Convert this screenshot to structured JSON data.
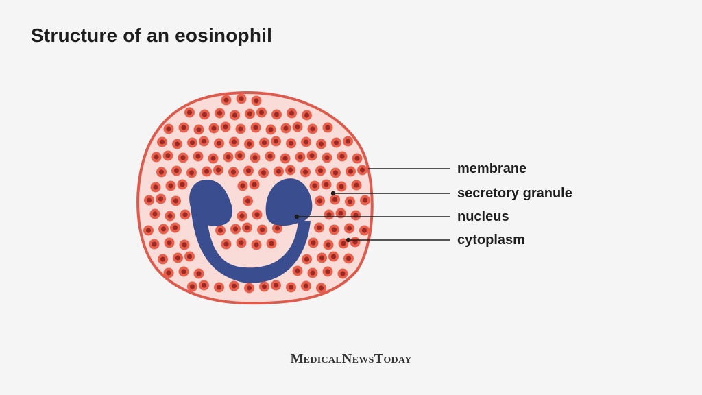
{
  "title": "Structure of an eosinophil",
  "labels": {
    "membrane": "membrane",
    "granule": "secretory granule",
    "nucleus": "nucleus",
    "cytoplasm": "cytoplasm"
  },
  "logo": "MedicalNewsToday",
  "colors": {
    "background": "#f5f5f5",
    "cytoplasm": "#f9dcd8",
    "membrane": "#de5a4c",
    "granule_outer": "#e8604c",
    "granule_inner": "#9c2a24",
    "nucleus": "#3a4d8f",
    "text": "#1e1e1e"
  }
}
